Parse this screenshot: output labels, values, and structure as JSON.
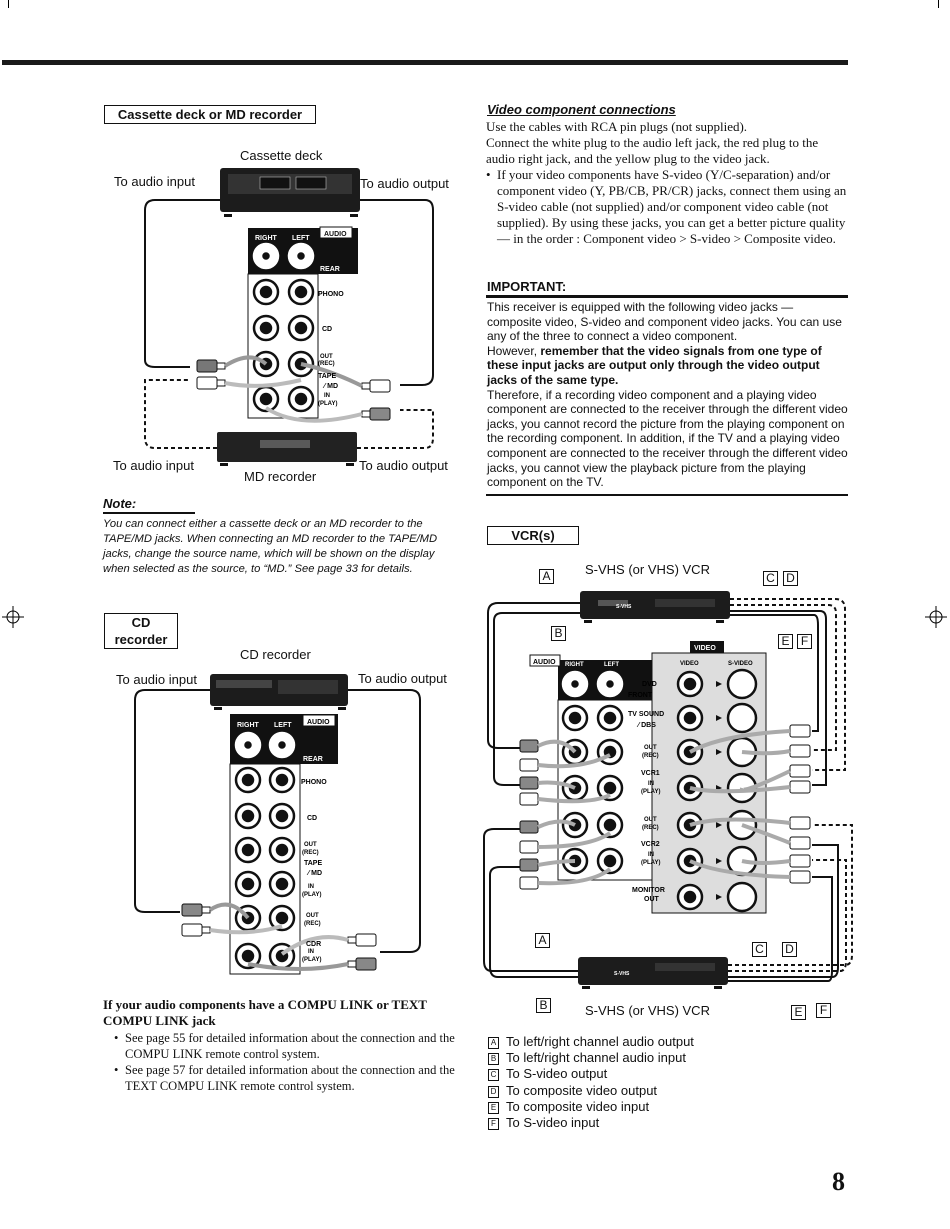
{
  "header": {},
  "left": {
    "cassette_section": {
      "title": "Cassette deck or MD recorder",
      "cassette_deck_label": "Cassette deck",
      "to_audio_input_top": "To audio input",
      "to_audio_output_top": "To audio output",
      "md_recorder_label": "MD recorder",
      "to_audio_input_bottom": "To audio input",
      "to_audio_output_bottom": "To audio output"
    },
    "note": {
      "title": "Note:",
      "text": "You can connect either a cassette deck or an MD recorder to the TAPE/MD jacks. When connecting an MD recorder to the TAPE/MD jacks, change the source name, which will be shown on the display when selected as the source, to “MD.” See page 33 for details."
    },
    "cd_section": {
      "title": "CD recorder",
      "cd_recorder_label": "CD recorder",
      "to_audio_input": "To audio input",
      "to_audio_output": "To audio output"
    },
    "compu_link": {
      "title": "If your audio components have a COMPU LINK or TEXT COMPU LINK jack",
      "bullets": [
        "See page 55 for detailed information about the connection and the COMPU LINK remote control system.",
        "See page 57 for detailed information about the connection and the TEXT COMPU LINK remote control system."
      ]
    }
  },
  "panel_labels": {
    "right": "RIGHT",
    "left": "LEFT",
    "audio": "AUDIO",
    "rear": "REAR",
    "phono": "PHONO",
    "cd": "CD",
    "out_rec": "OUT (REC)",
    "tape_md": "TAPE ⁄ MD",
    "in_play": "IN (PLAY)",
    "cdr": "CDR",
    "video": "VIDEO",
    "s_video": "S-VIDEO",
    "dvd": "DVD",
    "front": "FRONT",
    "tv_sound": "TV SOUND",
    "dbs": "⁄ DBS",
    "vcr1": "VCR1",
    "vcr2": "VCR2",
    "monitor_out": "MONITOR OUT",
    "svhs_badge": "S-VHS"
  },
  "right": {
    "video_component": {
      "title": "Video component connections",
      "line1": "Use the cables with RCA pin plugs (not supplied).",
      "line2": "Connect the white plug to the audio left jack, the red plug to the audio right jack, and the yellow plug to the video jack.",
      "bullet": "If your video components have S-video (Y/C-separation) and/or component video (Y, PB/CB, PR/CR) jacks, connect them using an S-video cable (not supplied) and/or component video cable (not supplied). By using these jacks, you can get a better picture quality — in the order : Component video > S-video > Composite video."
    },
    "important": {
      "title": "IMPORTANT:",
      "p1": "This receiver is equipped with the following video jacks — composite video, S-video and component video jacks. You can use any of the three to connect a video component.",
      "p2_prefix": "However, ",
      "p2_bold": "remember that the video signals from one type of these input jacks are output only through the video output jacks of the same type.",
      "p3": "Therefore, if a recording video component and a playing video component are connected to the receiver through the different video jacks, you cannot record the picture from the playing component on the recording component. In addition, if the TV and a playing video component are connected to the receiver through the different video jacks, you cannot view the playback picture from the playing component on the TV."
    },
    "vcr_section": {
      "title": "VCR(s)",
      "vcr_top_label": "S-VHS (or VHS) VCR",
      "vcr_bottom_label": "S-VHS (or VHS) VCR"
    },
    "letters": [
      "A",
      "B",
      "C",
      "D",
      "E",
      "F"
    ],
    "legend": [
      {
        "key": "A",
        "text": "To left/right channel audio output"
      },
      {
        "key": "B",
        "text": "To left/right channel audio input"
      },
      {
        "key": "C",
        "text": "To S-video output"
      },
      {
        "key": "D",
        "text": "To composite video output"
      },
      {
        "key": "E",
        "text": "To composite video input"
      },
      {
        "key": "F",
        "text": "To S-video input"
      }
    ]
  },
  "footer": {
    "page_number": "8"
  }
}
